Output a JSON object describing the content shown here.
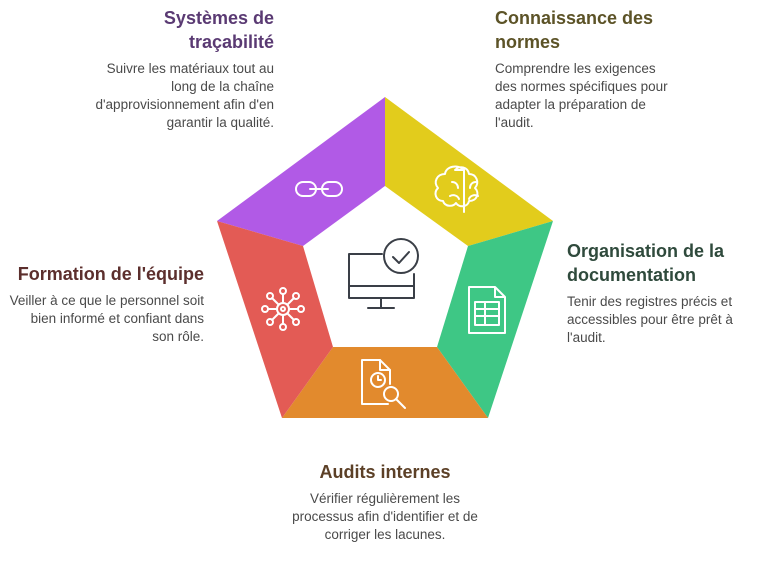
{
  "segments": [
    {
      "id": "tracabilite",
      "title": "Systèmes de traçabilité",
      "description": "Suivre les matériaux tout au long de la chaîne d'approvisionnement afin d'en garantir la qualité.",
      "color": "#b15ae6",
      "title_color": "#5a3a73",
      "icon": "link-icon"
    },
    {
      "id": "normes",
      "title": "Connaissance des normes",
      "description": "Comprendre les exigences des normes spécifiques pour adapter la préparation de l'audit.",
      "color": "#e2cc1c",
      "title_color": "#5c5327",
      "icon": "brain-icon"
    },
    {
      "id": "documentation",
      "title": "Organisation de la documentation",
      "description": "Tenir des registres précis et accessibles pour être prêt à l'audit.",
      "color": "#3ec785",
      "title_color": "#2f4a3c",
      "icon": "spreadsheet-icon"
    },
    {
      "id": "audits",
      "title": "Audits internes",
      "description": "Vérifier régulièrement les processus afin d'identifier et de corriger les lacunes.",
      "color": "#e28a2d",
      "title_color": "#5c4027",
      "icon": "file-search-icon"
    },
    {
      "id": "formation",
      "title": "Formation de l'équipe",
      "description": "Veiller à ce que le personnel soit bien informé et confiant dans son rôle.",
      "color": "#e35b55",
      "title_color": "#5c2f2d",
      "icon": "network-icon"
    }
  ],
  "center_icon": "monitor-check-icon"
}
